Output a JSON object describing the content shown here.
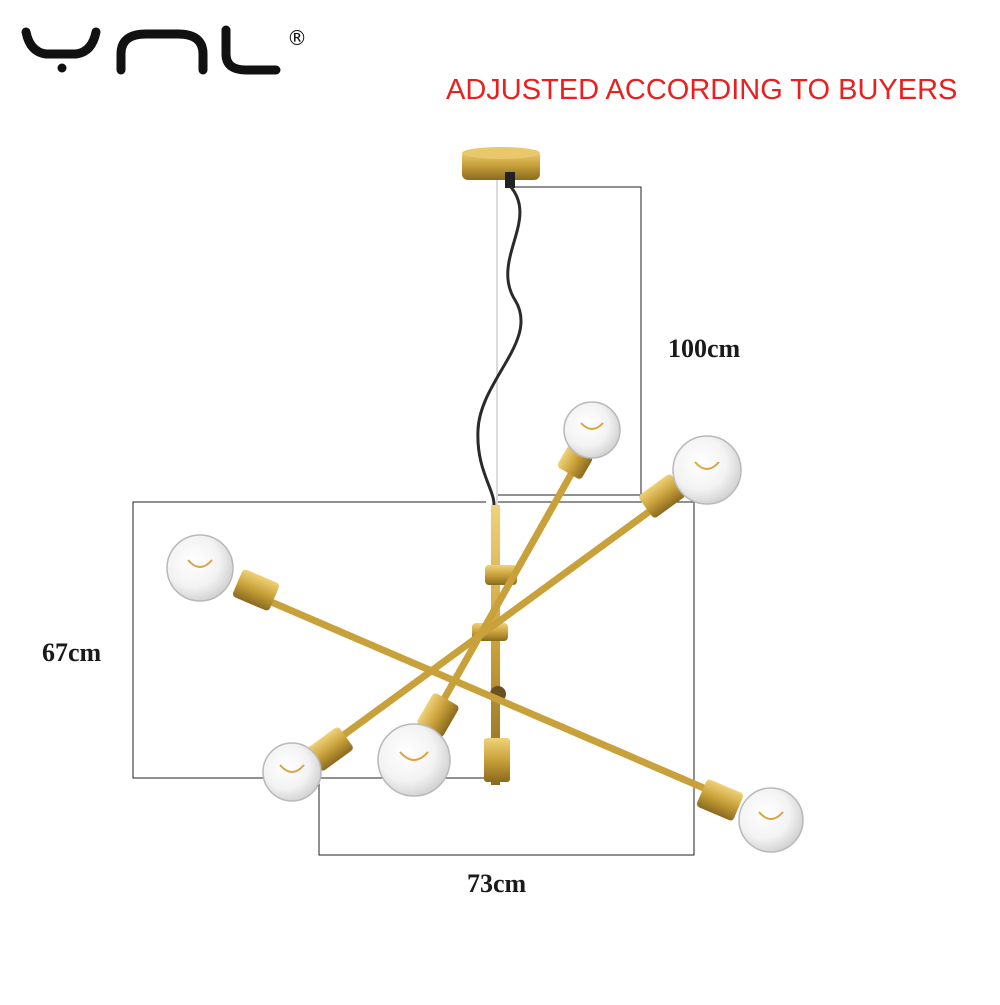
{
  "brand": {
    "logo_text": "YNL",
    "registered_mark": "®",
    "logo_color": "#111111"
  },
  "banner": {
    "text": "ADJUSTED ACCORDING TO BUYERS",
    "color": "#e8201f"
  },
  "dimensions": {
    "height_label": "100cm",
    "depth_label": "67cm",
    "width_label": "73cm"
  },
  "product": {
    "bulb_count": 6,
    "finish_color": "#c9a13a"
  }
}
